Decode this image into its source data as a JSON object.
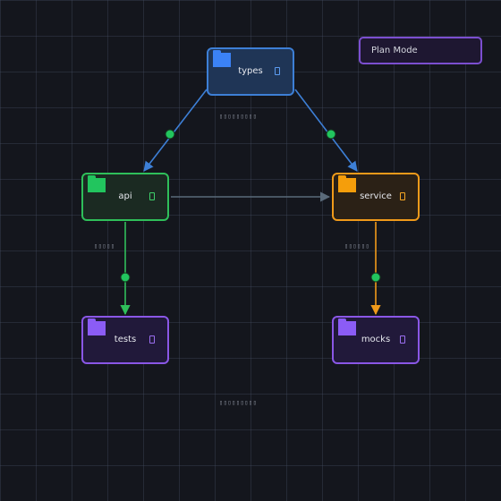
{
  "nodes": {
    "types": {
      "label": "types"
    },
    "api": {
      "label": "api"
    },
    "service": {
      "label": "service"
    },
    "tests": {
      "label": "tests"
    },
    "mocks": {
      "label": "mocks"
    }
  },
  "mode_button": {
    "label": "Plan Mode"
  },
  "edge_labels": {
    "types_top": "▯▯▯▯▯▯▯▯▯",
    "api_tests": "▯▯▯▯▯",
    "service_mocks": "▯▯▯▯▯▯",
    "bottom": "▯▯▯▯▯▯▯▯▯"
  },
  "colors": {
    "blue": "#3d7fd6",
    "green": "#2fbf5a",
    "orange": "#f09a1a",
    "purple": "#8a57e6",
    "edge_gray": "#5a6a7a",
    "background": "#14161d"
  }
}
